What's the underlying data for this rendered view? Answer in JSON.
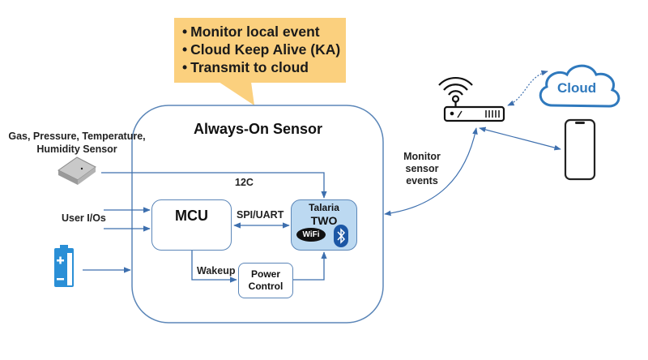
{
  "callout": {
    "items": [
      "Monitor local event",
      "Cloud Keep Alive (KA)",
      "Transmit to cloud"
    ],
    "color": "#fbd07e"
  },
  "main_box": {
    "title": "Always-On Sensor"
  },
  "sensor": {
    "label_line1": "Gas, Pressure, Temperature,",
    "label_line2": "Humidity Sensor",
    "icon": "sensor-chip-icon"
  },
  "labels": {
    "i2c": "12C",
    "user_io": "User I/Os",
    "spi_uart": "SPI/UART",
    "wakeup": "Wakeup",
    "monitor_line1": "Monitor sensor",
    "monitor_line2": "events"
  },
  "blocks": {
    "mcu": "MCU",
    "power_line1": "Power",
    "power_line2": "Control",
    "talaria_line1": "Talaria",
    "talaria_line2": "TWO",
    "wifi": "WiFi",
    "bluetooth_icon": "bluetooth-icon"
  },
  "external": {
    "cloud": "Cloud",
    "router_icon": "wifi-router-icon",
    "phone_icon": "smartphone-icon",
    "battery_icon": "battery-icon"
  },
  "colors": {
    "line": "#3d6fae",
    "box_border": "#5b86b8",
    "talaria_fill": "#bcd9f1",
    "cloud": "#2f79bd",
    "battery": "#2a8fd6"
  }
}
